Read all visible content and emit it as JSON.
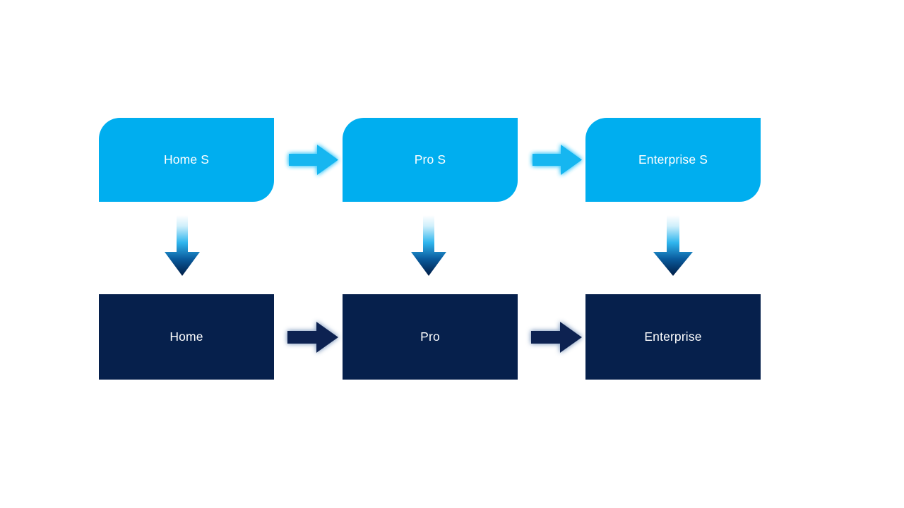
{
  "diagram": {
    "type": "process-flow",
    "title": "",
    "background_color": "#FFFFFF",
    "colors": {
      "service_tier": "#00AEEF",
      "product_tier": "#06204C",
      "service_arrow": "#17B6F0",
      "product_arrow": "#0B2351",
      "vertical_arrow_top": "#FFFFFF",
      "vertical_arrow_mid": "#1EB2EC",
      "vertical_arrow_bottom": "#002255",
      "label_text": "#FFFFFF"
    },
    "rows": [
      {
        "id": "service-row",
        "tier": "service",
        "nodes": [
          {
            "id": "home-s",
            "label": "Home S"
          },
          {
            "id": "pro-s",
            "label": "Pro S"
          },
          {
            "id": "enterprise-s",
            "label": "Enterprise S"
          }
        ],
        "connectors": [
          {
            "id": "service-arrow-1",
            "from": "home-s",
            "to": "pro-s",
            "direction": "right"
          },
          {
            "id": "service-arrow-2",
            "from": "pro-s",
            "to": "enterprise-s",
            "direction": "right"
          }
        ]
      },
      {
        "id": "product-row",
        "tier": "product",
        "nodes": [
          {
            "id": "home",
            "label": "Home"
          },
          {
            "id": "pro",
            "label": "Pro"
          },
          {
            "id": "enterprise",
            "label": "Enterprise"
          }
        ],
        "connectors": [
          {
            "id": "product-arrow-1",
            "from": "home",
            "to": "pro",
            "direction": "right"
          },
          {
            "id": "product-arrow-2",
            "from": "pro",
            "to": "enterprise",
            "direction": "right"
          }
        ]
      }
    ],
    "vertical_connectors": [
      {
        "id": "down-arrow-1",
        "from": "home-s",
        "to": "home",
        "direction": "down"
      },
      {
        "id": "down-arrow-2",
        "from": "pro-s",
        "to": "pro",
        "direction": "down"
      },
      {
        "id": "down-arrow-3",
        "from": "enterprise-s",
        "to": "enterprise",
        "direction": "down"
      }
    ]
  }
}
